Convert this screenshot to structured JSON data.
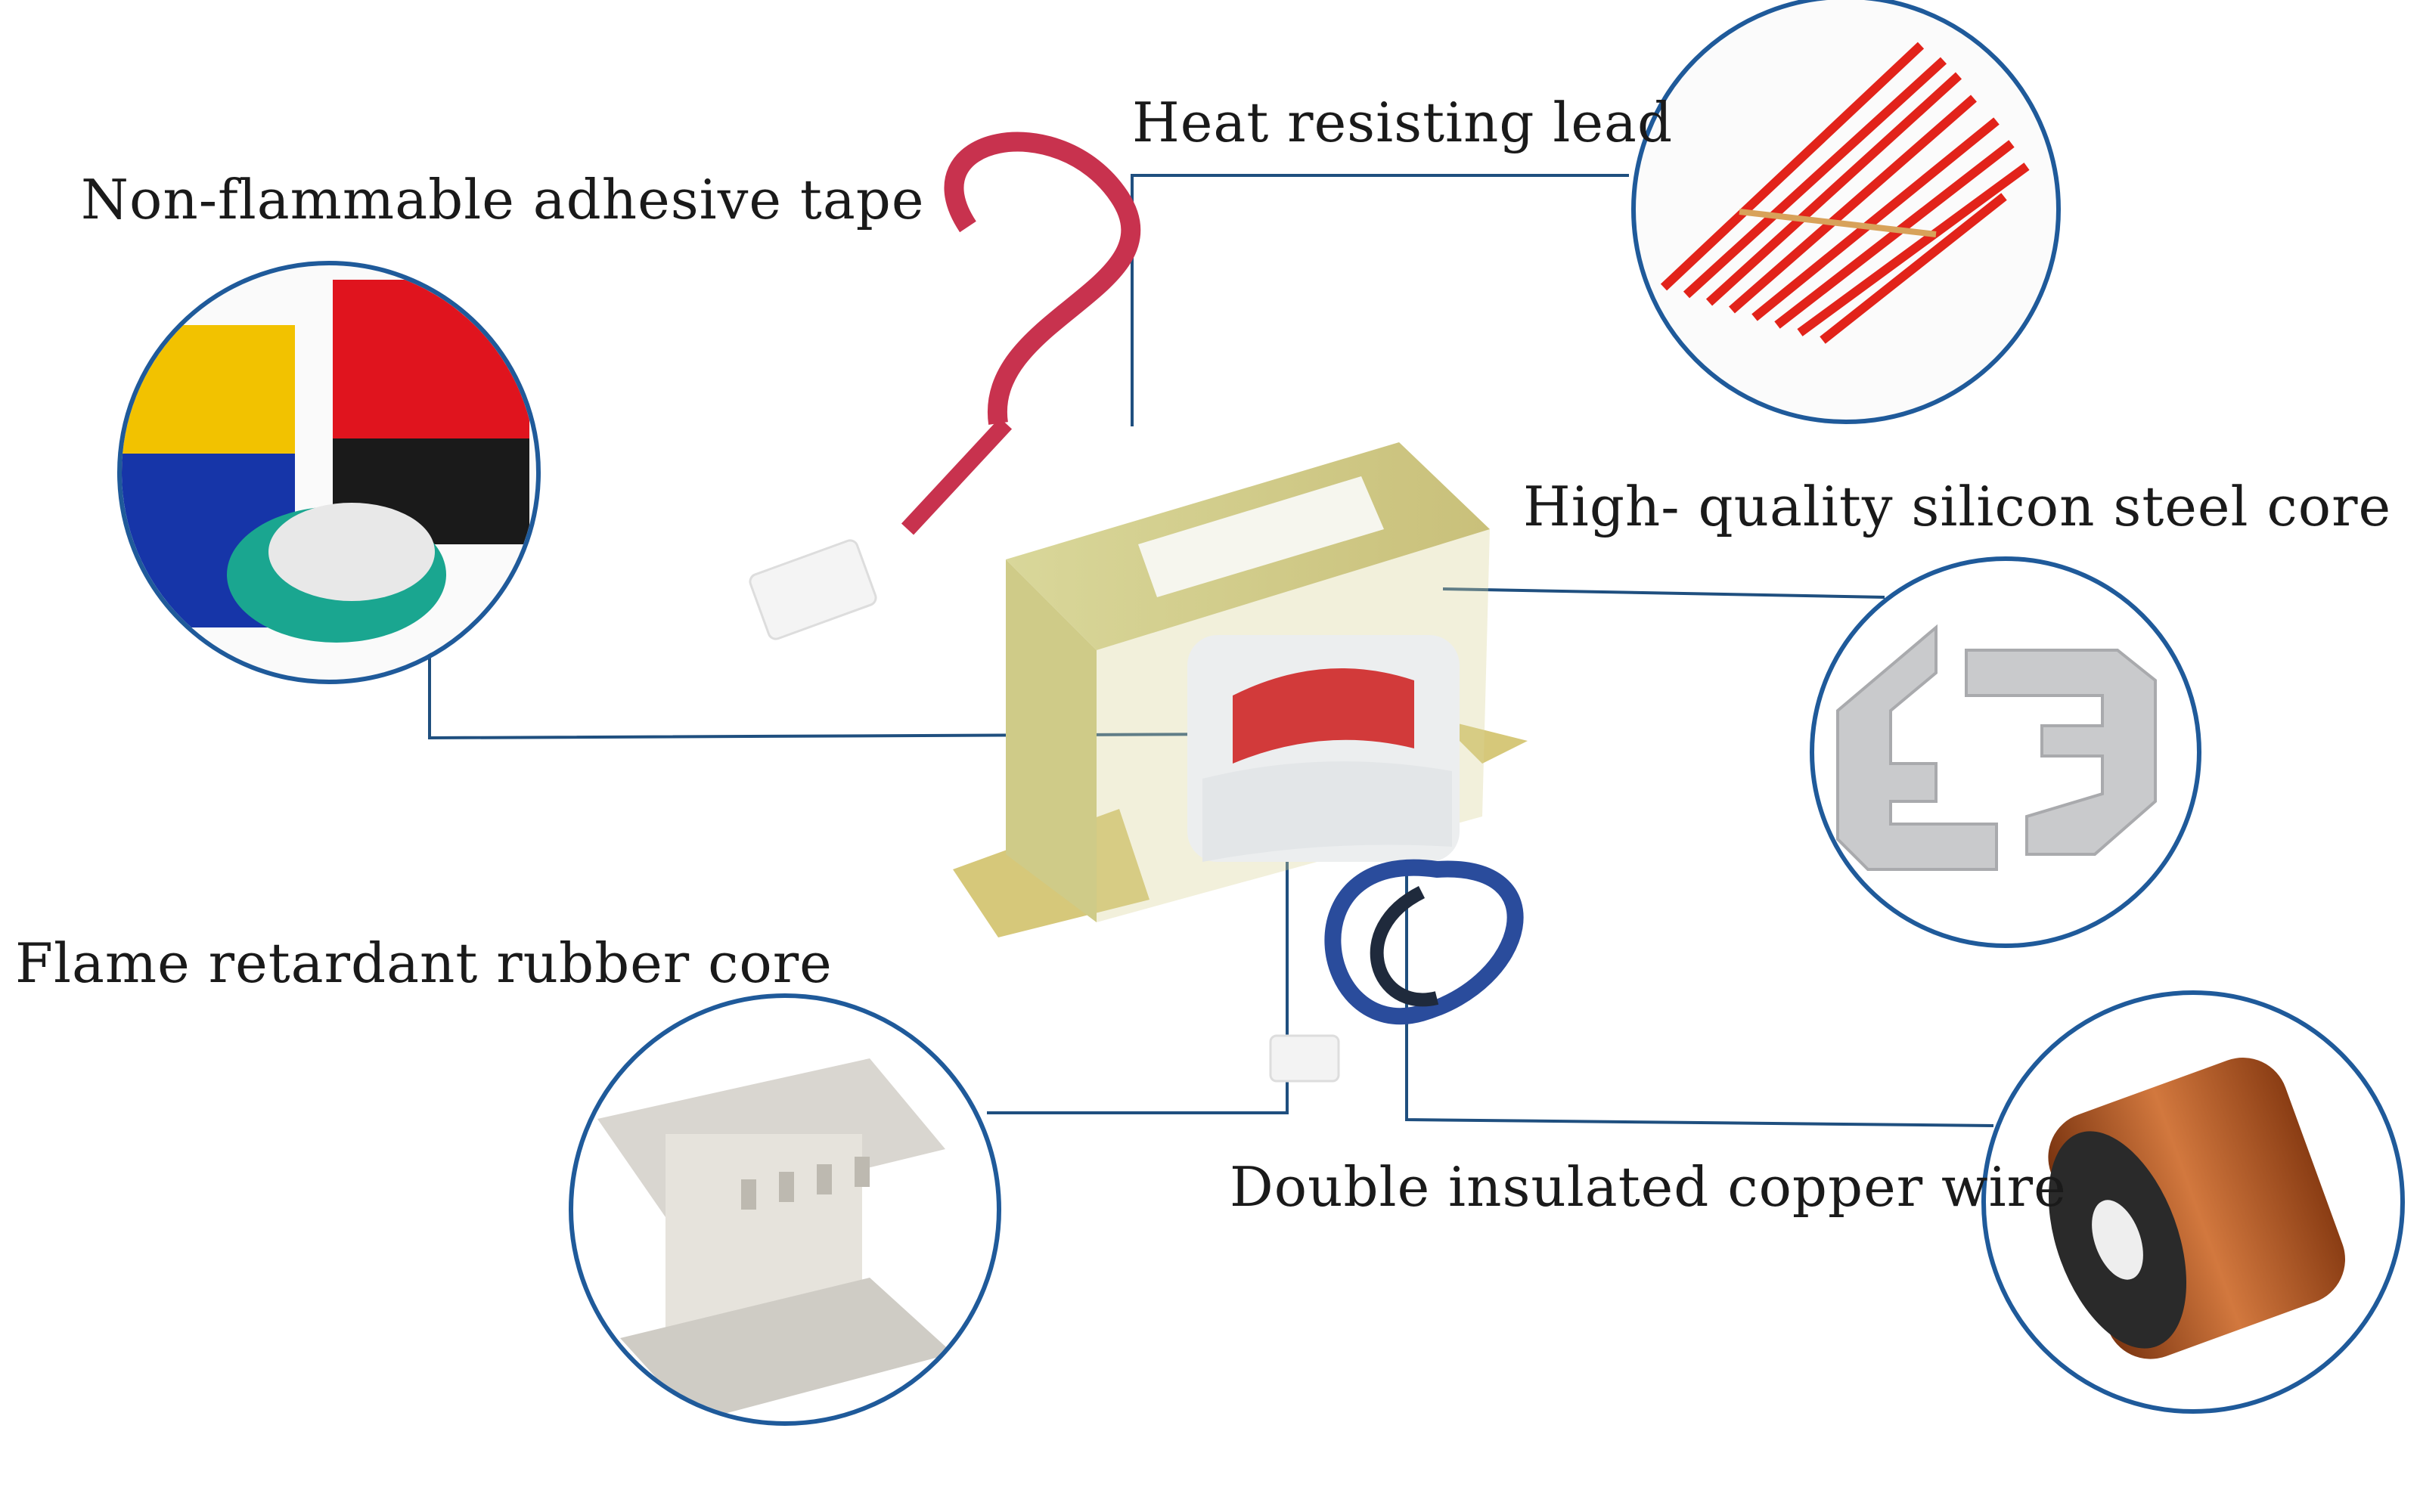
{
  "labels": {
    "heat_lead": "Heat resisting lead",
    "adhesive_tape": "Non-flammable adhesive tape",
    "steel_core": "High- quality silicon steel core",
    "rubber_core": "Flame retardant rubber core",
    "copper_wire": "Double insulated copper wire"
  },
  "colors": {
    "callout_line": "#1f4f7f",
    "circle_border": "#1f5a9a"
  }
}
